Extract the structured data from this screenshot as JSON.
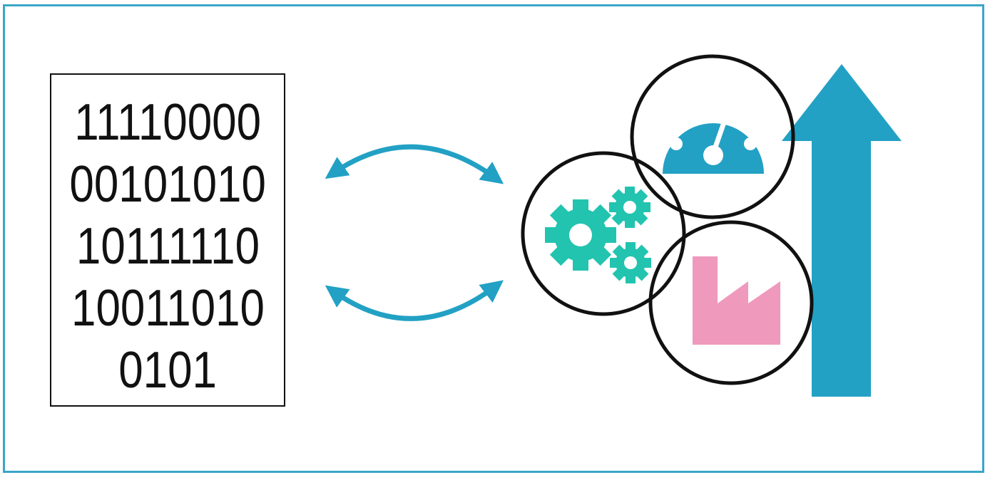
{
  "binary_block": {
    "lines": [
      "11110000",
      "00101010",
      "10111110",
      "10011010",
      "0101"
    ]
  },
  "colors": {
    "frame": "#3aa6c8",
    "arrow": "#22a1c4",
    "gauge": "#22a1c4",
    "gears": "#22c4b0",
    "factory": "#ef99bd",
    "outline": "#111111"
  },
  "icons": {
    "gears": "gears-icon",
    "gauge": "speedometer-icon",
    "factory": "factory-icon",
    "big_arrow": "up-arrow-icon",
    "exchange_top": "double-arrow-icon",
    "exchange_bottom": "double-arrow-icon"
  }
}
